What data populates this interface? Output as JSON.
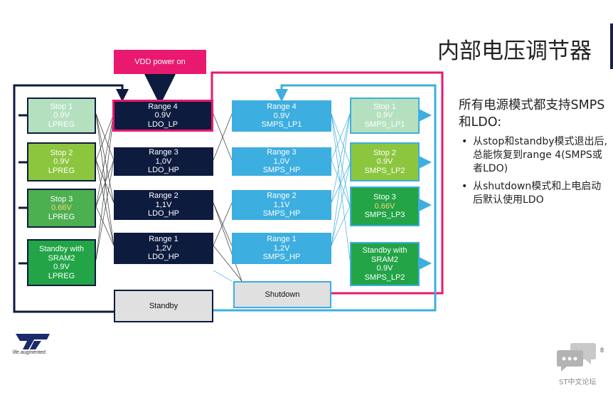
{
  "title": "内部电压调节器",
  "vdd_label": "VDD power on",
  "stop_boxes": [
    {
      "line1": "Stop 1",
      "line2": "0.9V",
      "line3": "LPREG"
    },
    {
      "line1": "Stop 2",
      "line2": "0.9V",
      "line3": "LPREG"
    },
    {
      "line1": "Stop 3",
      "line2": "0.66V",
      "line3": "LPREG"
    },
    {
      "line1": "Standby with",
      "line2": "SRAM2",
      "line3": "0.9V",
      "line4": "LPREG"
    }
  ],
  "ldo_boxes": [
    {
      "line1": "Range 4",
      "line2": "0.9V",
      "line3": "LDO_LP"
    },
    {
      "line1": "Range 3",
      "line2": "1,0V",
      "line3": "LDO_HP"
    },
    {
      "line1": "Range 2",
      "line2": "1,1V",
      "line3": "LDO_HP"
    },
    {
      "line1": "Range 1",
      "line2": "1,2V",
      "line3": "LDO_HP"
    }
  ],
  "smps_boxes": [
    {
      "line1": "Range 4",
      "line2": "0.9V",
      "line3": "SMPS_LP1"
    },
    {
      "line1": "Range 3",
      "line2": "1,0V",
      "line3": "SMPS_HP"
    },
    {
      "line1": "Range 2",
      "line2": "1,1V",
      "line3": "SMPS_HP"
    },
    {
      "line1": "Range 1",
      "line2": "1,2V",
      "line3": "SMPS_HP"
    }
  ],
  "stop_right_boxes": [
    {
      "line1": "Stop 1",
      "line2": "0.9V",
      "line3": "SMPS_LP1"
    },
    {
      "line1": "Stop 2",
      "line2": "0.9V",
      "line3": "SMPS_LP2"
    },
    {
      "line1": "Stop 3",
      "line2": "0.66V",
      "line3": "SMPS_LP3"
    },
    {
      "line1": "Standby with",
      "line2": "SRAM2",
      "line3": "0.9V",
      "line4": "SMPS_LP2"
    }
  ],
  "standby_label": "Standby",
  "shutdown_label": "Shutdown",
  "side_heading": "所有电源模式都支持SMPS和LDO:",
  "bullets": [
    "从stop和standby模式退出后,总能恢复到range 4(SMPS或者LDO)",
    "从shutdown模式和上电启动后默认使用LDO"
  ],
  "logo_tagline": "life.augmented",
  "page_number": "8",
  "forum_label": "ST中文论坛",
  "colors": {
    "navy": "#0d1b3e",
    "sky": "#3daee0",
    "magenta": "#e8196f",
    "green_light": "#b5e0c0",
    "green_lime": "#8cc63f",
    "green_mid": "#4caf50",
    "green_dark": "#22a447",
    "grey": "#e0e0e0"
  }
}
